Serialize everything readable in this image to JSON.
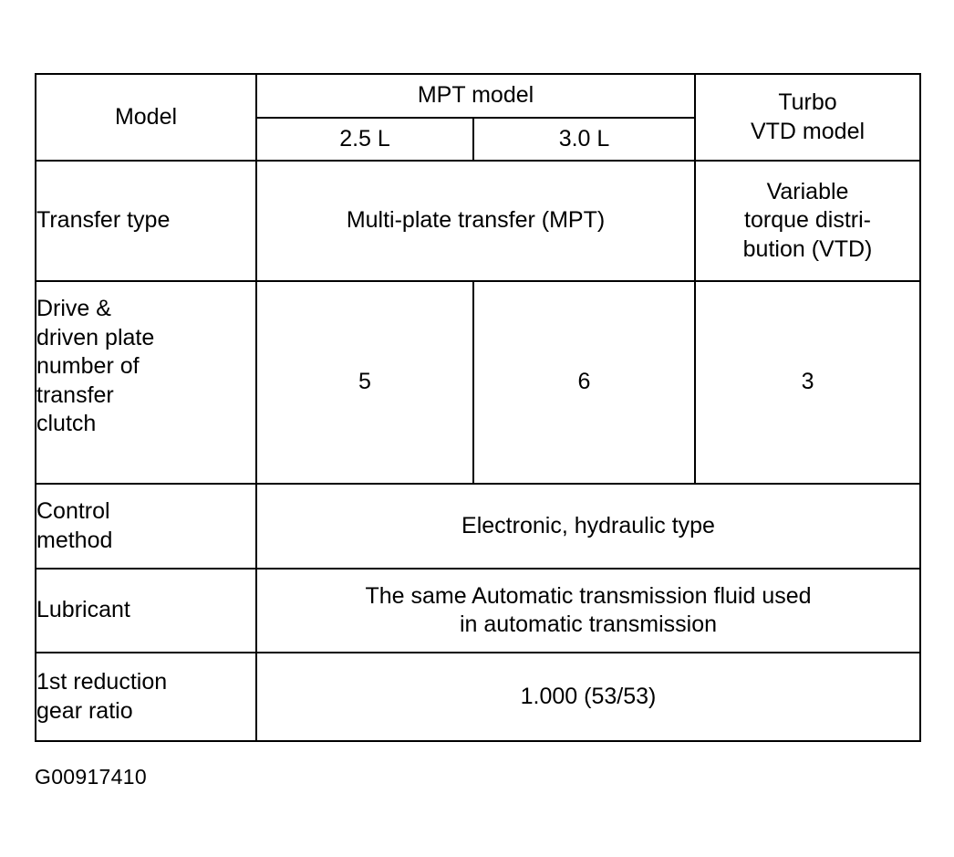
{
  "table": {
    "columns": {
      "label_header": "Model",
      "group_mpt": "MPT model",
      "sub_25": "2.5 L",
      "sub_30": "3.0 L",
      "turbo_vtd": "Turbo\nVTD model"
    },
    "rows": [
      {
        "label": "Transfer type",
        "mpt_merged": "Multi-plate transfer (MPT)",
        "vtd": "Variable\ntorque distri-\nbution (VTD)"
      },
      {
        "label": "Drive &\ndriven plate\nnumber of\ntransfer\nclutch",
        "value_25": "5",
        "value_30": "6",
        "vtd": "3"
      },
      {
        "label": "Control\nmethod",
        "value_all": "Electronic, hydraulic type"
      },
      {
        "label": "Lubricant",
        "value_all": "The same Automatic transmission fluid used\nin automatic transmission"
      },
      {
        "label": "1st reduction\ngear ratio",
        "value_all": "1.000 (53/53)"
      }
    ]
  },
  "caption": {
    "figure_id": "G00917410"
  },
  "colors": {
    "ink": "#000000",
    "paper": "#ffffff"
  }
}
